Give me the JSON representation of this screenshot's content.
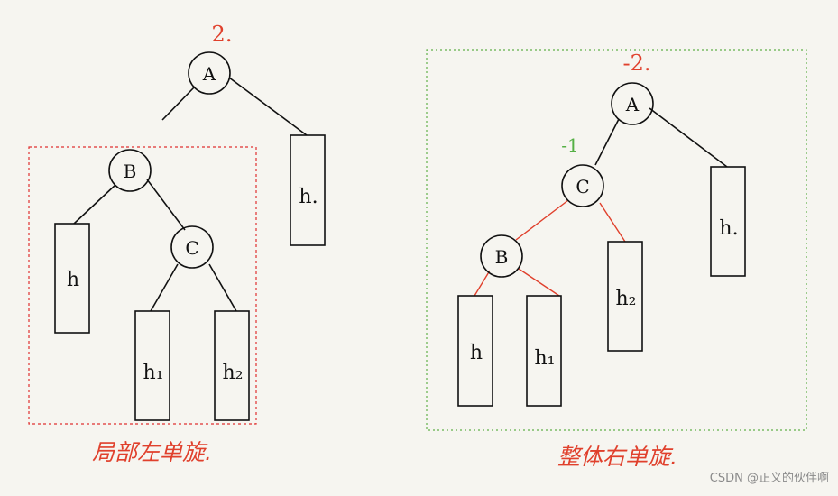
{
  "left_figure": {
    "balance_factor": "2.",
    "node_a": "A",
    "node_b": "B",
    "node_c": "C",
    "subtree_right": "h.",
    "subtree_b_left": "h",
    "subtree_c_left": "h₁",
    "subtree_c_right": "h₂",
    "caption": "局部左单旋."
  },
  "right_figure": {
    "balance_factor": "-2.",
    "node_a": "A",
    "node_c": "C",
    "node_c_factor": "-1",
    "node_b": "B",
    "subtree_right": "h.",
    "subtree_c_right": "h₂",
    "subtree_b_left": "h",
    "subtree_b_right": "h₁",
    "caption": "整体右单旋."
  },
  "watermark": "CSDN @正义的伙伴啊",
  "colors": {
    "ink": "#111111",
    "annotation_red": "#e0402c",
    "annotation_green": "#55b045",
    "box_red": "#e03030",
    "box_green": "#62b04a"
  }
}
